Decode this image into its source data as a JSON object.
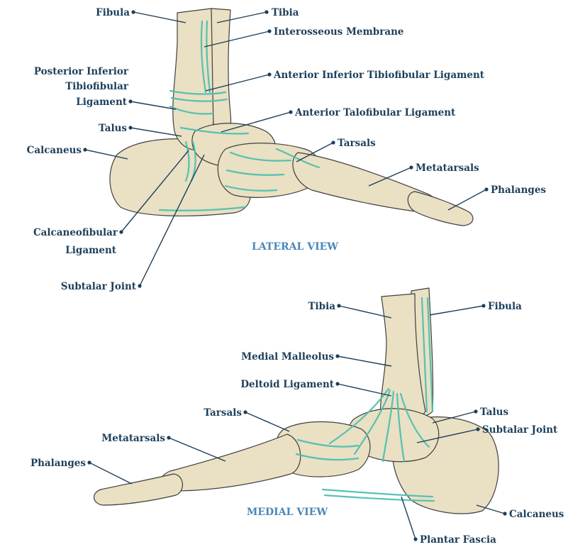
{
  "lateral": {
    "title": "LATERAL VIEW",
    "labels": {
      "fibula": "Fibula",
      "tibia": "Tibia",
      "interosseous": "Interosseous Membrane",
      "post_inf_1": "Posterior Inferior",
      "post_inf_2": "Tibiofibular",
      "post_inf_3": "Ligament",
      "ant_inf": "Anterior Inferior Tibiofibular Ligament",
      "ant_talo": "Anterior Talofibular Ligament",
      "talus": "Talus",
      "calcaneus": "Calcaneus",
      "tarsals": "Tarsals",
      "metatarsals": "Metatarsals",
      "phalanges": "Phalanges",
      "calcaneofib_1": "Calcaneofibular",
      "calcaneofib_2": "Ligament",
      "subtalar": "Subtalar Joint"
    }
  },
  "medial": {
    "title": "MEDIAL VIEW",
    "labels": {
      "tibia": "Tibia",
      "fibula": "Fibula",
      "medial_malleolus": "Medial Malleolus",
      "deltoid": "Deltoid Ligament",
      "tarsals": "Tarsals",
      "talus": "Talus",
      "metatarsals": "Metatarsals",
      "subtalar": "Subtalar Joint",
      "phalanges": "Phalanges",
      "calcaneus": "Calcaneus",
      "plantar_fascia": "Plantar Fascia"
    }
  },
  "colors": {
    "label_text": "#1d3f5a",
    "view_title": "#4a86b8",
    "bone": "#eae0c3",
    "ligament": "#4dbfb0"
  }
}
